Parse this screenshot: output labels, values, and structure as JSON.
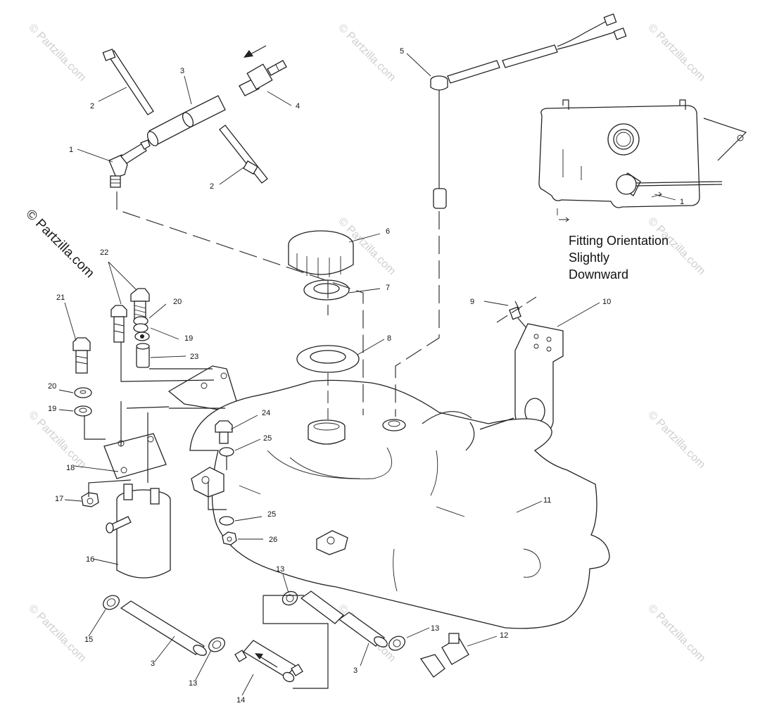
{
  "callouts": [
    "1",
    "2",
    "3",
    "4",
    "5",
    "2",
    "1",
    "6",
    "7",
    "8",
    "9",
    "10",
    "22",
    "21",
    "20",
    "19",
    "23",
    "20",
    "19",
    "24",
    "25",
    "18",
    "17",
    "16",
    "25",
    "26",
    "11",
    "13",
    "15",
    "3",
    "13",
    "14",
    "13",
    "3",
    "12"
  ],
  "inset_note": [
    "Fitting Orientation",
    "Slightly",
    "Downward"
  ],
  "watermark_main": "© Partzilla.com",
  "watermark_small": "© Partzilla.com",
  "colors": {
    "line": "#222222",
    "watermark": "#cfcfcf",
    "background": "#ffffff"
  },
  "icons": [
    "arrow-icon",
    "flow-arrow-icon"
  ]
}
